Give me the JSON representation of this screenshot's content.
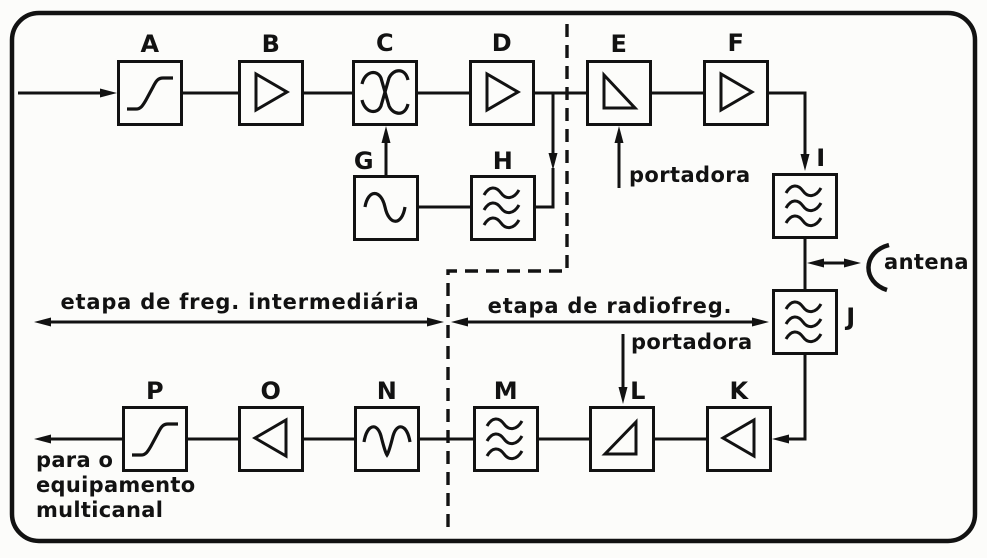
{
  "diagram": {
    "colors": {
      "ink": "#121212",
      "paper": "#fcfcfa"
    },
    "blocks": {
      "a": {
        "label": "A",
        "icon": "pre-emphasis-ramp-icon"
      },
      "b": {
        "label": "B",
        "icon": "amplifier-right-icon"
      },
      "c": {
        "label": "C",
        "icon": "mixer-icon"
      },
      "d": {
        "label": "D",
        "icon": "amplifier-right-icon"
      },
      "e": {
        "label": "E",
        "icon": "converter-triangle-icon"
      },
      "f": {
        "label": "F",
        "icon": "amplifier-right-icon"
      },
      "g": {
        "label": "G",
        "icon": "oscillator-sine-icon"
      },
      "h": {
        "label": "H",
        "icon": "filter-icon"
      },
      "i": {
        "label": "I",
        "icon": "filter-icon"
      },
      "j": {
        "label": "J",
        "icon": "filter-icon"
      },
      "k": {
        "label": "K",
        "icon": "amplifier-left-icon"
      },
      "l": {
        "label": "L",
        "icon": "converter-triangle-icon"
      },
      "m": {
        "label": "M",
        "icon": "filter-icon"
      },
      "n": {
        "label": "N",
        "icon": "oscillator-sine-icon"
      },
      "o": {
        "label": "O",
        "icon": "amplifier-left-icon"
      },
      "p": {
        "label": "P",
        "icon": "de-emphasis-ramp-icon"
      }
    },
    "annotations": {
      "carrier_top": "portadora",
      "carrier_bottom": "portadora",
      "antenna": "antena",
      "stage_if": "etapa de freg. intermediária",
      "stage_rf": "etapa de radiofreg.",
      "output": "para o\nequipamento\nmulticanal"
    }
  }
}
